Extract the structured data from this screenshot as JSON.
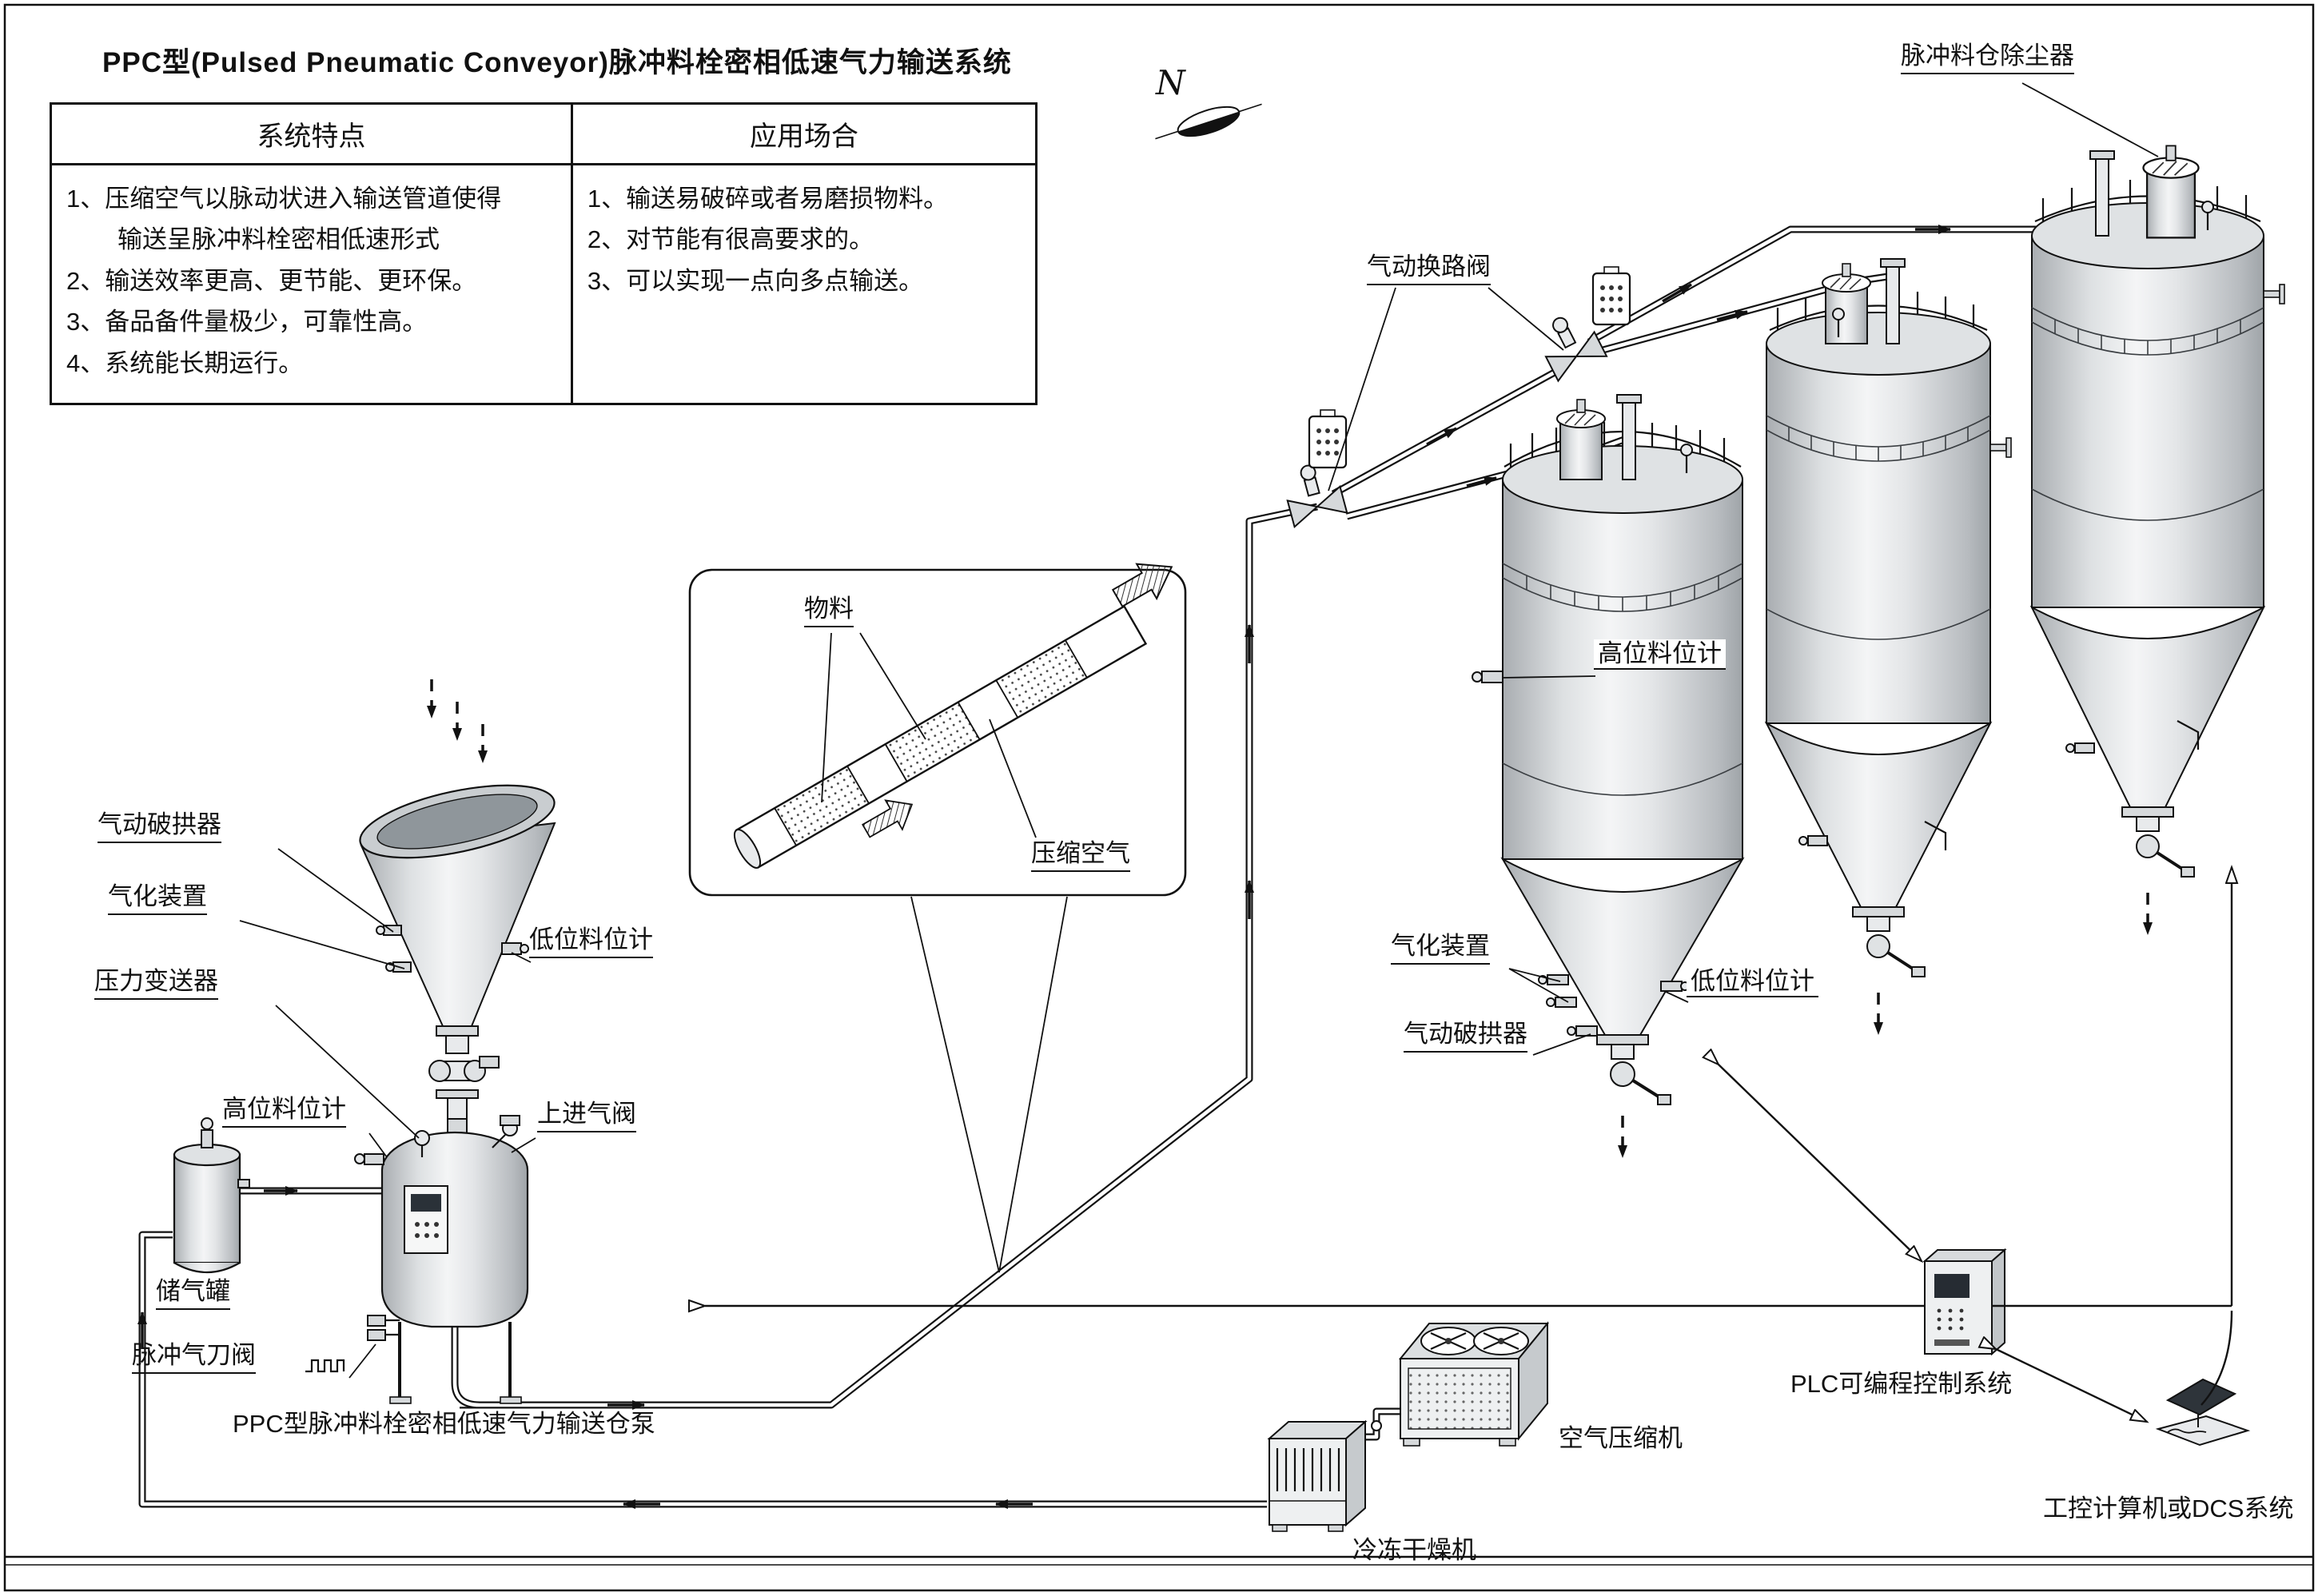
{
  "title": "PPC型(Pulsed Pneumatic Conveyor)脉冲料栓密相低速气力输送系统",
  "compass": {
    "north": "N"
  },
  "table": {
    "headers": [
      "系统特点",
      "应用场合"
    ],
    "features": [
      "1、压缩空气以脉动状进入输送管道使得",
      "输送呈脉冲料栓密相低速形式",
      "2、输送效率更高、更节能、更环保。",
      "3、备品备件量极少，可靠性高。",
      "4、系统能长期运行。"
    ],
    "applications": [
      "1、输送易破碎或者易磨损物料。",
      "2、对节能有很高要求的。",
      "3、可以实现一点向多点输送。"
    ]
  },
  "labels": {
    "dust_collector": "脉冲料仓除尘器",
    "diverter_valve": "气动换路阀",
    "high_level_right": "高位料位计",
    "gasifier_right": "气化装置",
    "low_level_right": "低位料位计",
    "arch_breaker_right": "气动破拱器",
    "material": "物料",
    "compressed_air": "压缩空气",
    "arch_breaker_left": "气动破拱器",
    "gasifier_left": "气化装置",
    "pressure_transmitter": "压力变送器",
    "low_level_left": "低位料位计",
    "high_level_left": "高位料位计",
    "top_inlet_valve": "上进气阀",
    "air_tank": "储气罐",
    "pulse_knife_valve": "脉冲气刀阀",
    "ppc_pump": "PPC型脉冲料栓密相低速气力输送仓泵",
    "plc_system": "PLC可编程控制系统",
    "computer_system": "工控计算机或DCS系统",
    "air_compressor": "空气压缩机",
    "dryer": "冷冻干燥机"
  },
  "colors": {
    "ink": "#111111",
    "paper": "#ffffff",
    "metal_light": "#f4f5f6",
    "metal_dark": "#9fa4a8"
  }
}
